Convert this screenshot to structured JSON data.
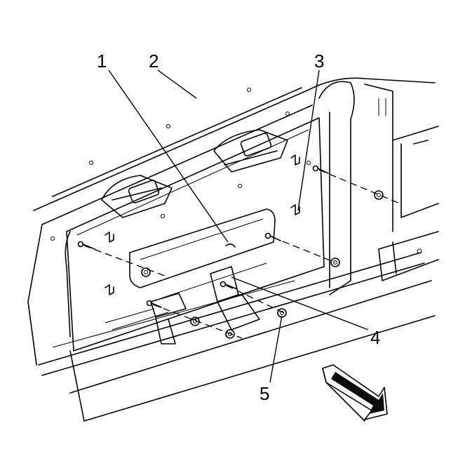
{
  "callouts": [
    {
      "id": "1",
      "label": "1",
      "part": "bumper-trim-panel"
    },
    {
      "id": "2",
      "label": "2",
      "part": "tailgate-outer-panel"
    },
    {
      "id": "3",
      "label": "3",
      "part": "retainer-clip"
    },
    {
      "id": "4",
      "label": "4",
      "part": "bolt"
    },
    {
      "id": "5",
      "label": "5",
      "part": "nut"
    }
  ],
  "icons": {
    "direction_arrow": "front-direction-arrow-icon"
  },
  "colors": {
    "line": "#000000",
    "background": "#ffffff"
  }
}
